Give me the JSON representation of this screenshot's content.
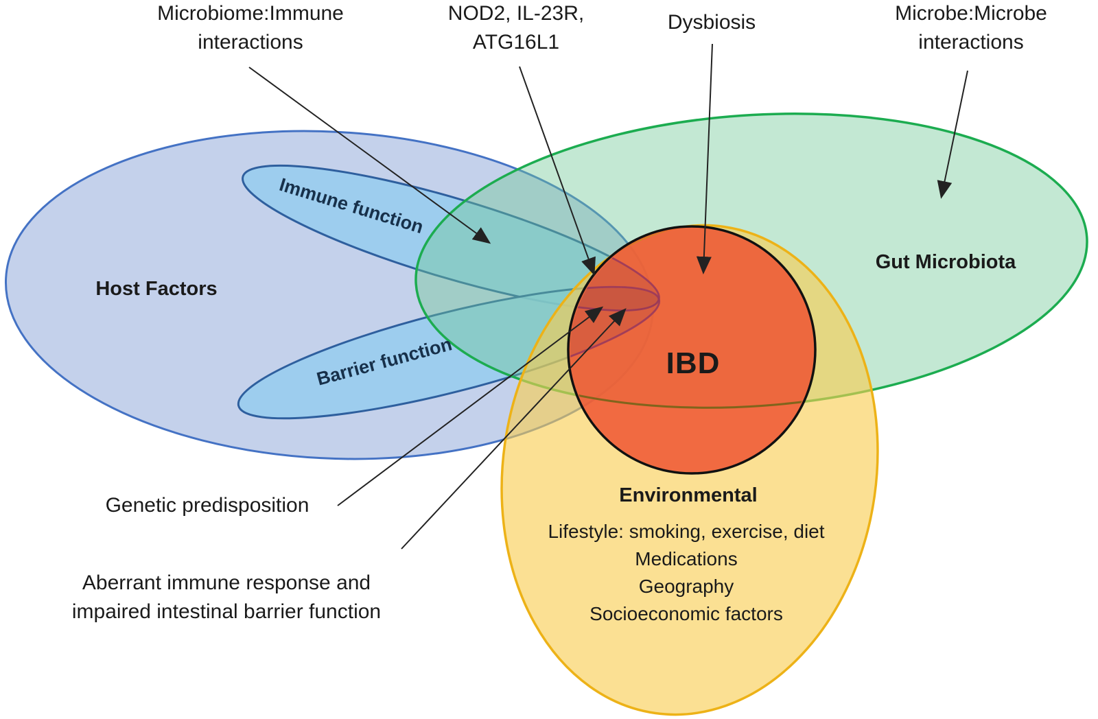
{
  "figure": {
    "type": "venn-diagram",
    "topic": "Factors contributing to IBD pathogenesis"
  },
  "regions": {
    "host": {
      "label": "Host Factors"
    },
    "gut": {
      "label": "Gut Microbiota"
    },
    "immune": {
      "label": "Immune function"
    },
    "barrier": {
      "label": "Barrier function"
    },
    "ibd": {
      "label": "IBD"
    },
    "env": {
      "label": "Environmental",
      "items": [
        "Lifestyle: smoking, exercise, diet",
        "Medications",
        "Geography",
        "Socioeconomic factors"
      ]
    }
  },
  "annotations": {
    "microbiome_immune": {
      "lines": [
        "Microbiome:Immune",
        "interactions"
      ]
    },
    "genes": {
      "lines": [
        "NOD2, IL-23R,",
        "ATG16L1"
      ]
    },
    "dysbiosis": {
      "lines": [
        "Dysbiosis"
      ]
    },
    "microbe_microbe": {
      "lines": [
        "Microbe:Microbe",
        "interactions"
      ]
    },
    "genetic": {
      "lines": [
        "Genetic predisposition"
      ]
    },
    "aberrant": {
      "lines": [
        "Aberrant immune response and",
        "impaired intestinal barrier function"
      ]
    }
  },
  "colors": {
    "host_fill": "#7292d0",
    "host_border": "#4472c4",
    "inner_fill": "#96cdee",
    "inner_border": "#2e5f9e",
    "gut_fill": "#70c896",
    "gut_border": "#1cac50",
    "env_fill": "#f8cd50",
    "env_border": "#edb217",
    "ibd_fill": "#ee5532",
    "ibd_border": "#111111",
    "tip_overlay": "#9b3a5c",
    "gold_overlay": "#b89a1e",
    "olive_overlay": "#6e6418",
    "arrow": "#222222",
    "text": "#1a1a1a",
    "tilted_text": "#17304a"
  }
}
